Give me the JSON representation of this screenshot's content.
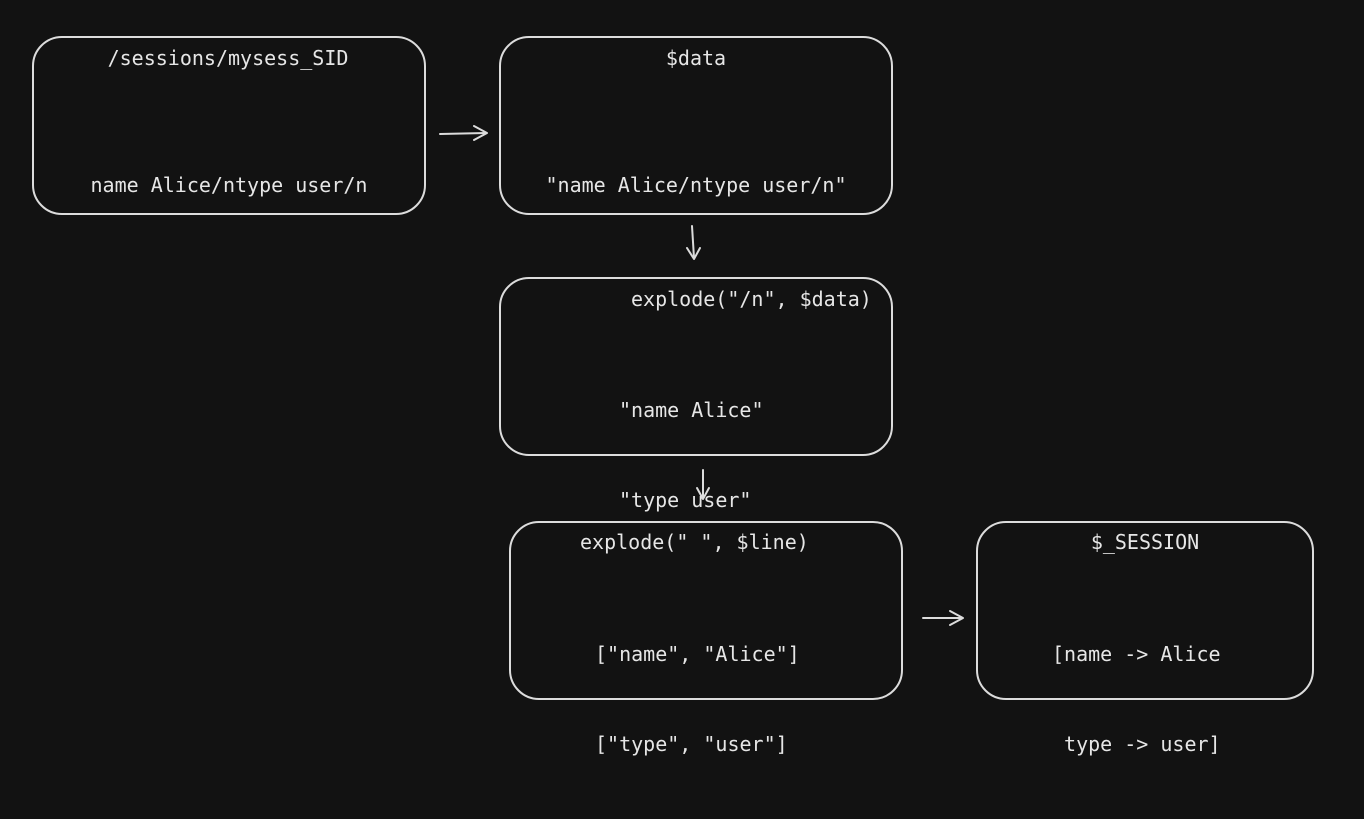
{
  "diagram": {
    "colors": {
      "background": "#121212",
      "stroke": "#dcdcdc",
      "text": "#e6e6e6"
    },
    "nodes": {
      "session_file": {
        "title": "/sessions/mysess_SID",
        "lines": [
          "name Alice/ntype user/n"
        ]
      },
      "data_var": {
        "title": "$data",
        "lines": [
          "\"name Alice/ntype user/n\""
        ]
      },
      "explode_newline": {
        "title": "explode(\"/n\", $data)",
        "lines": [
          "\"name Alice\"",
          "\"type user\""
        ]
      },
      "explode_space": {
        "title": "explode(\" \", $line)",
        "lines": [
          "[\"name\", \"Alice\"]",
          "[\"type\", \"user\"]"
        ]
      },
      "session_var": {
        "title": "$_SESSION",
        "lines": [
          "[name -> Alice",
          " type -> user]"
        ]
      }
    }
  }
}
